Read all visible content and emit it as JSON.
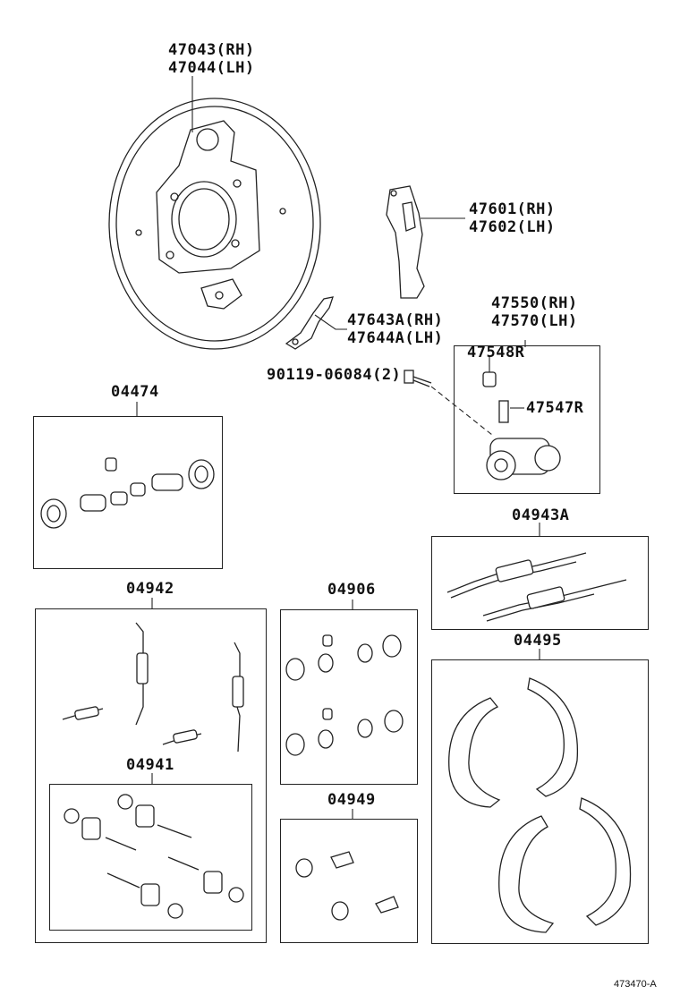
{
  "labels": {
    "backing_plate_rh": "47043(RH)",
    "backing_plate_lh": "47044(LH)",
    "lever_rh": "47601(RH)",
    "lever_lh": "47602(LH)",
    "cylinder_rh": "47550(RH)",
    "cylinder_lh": "47570(LH)",
    "link_rh": "47643A(RH)",
    "link_lh": "47644A(LH)",
    "bleeder_cap": "47548R",
    "bleeder_plug": "47547R",
    "bolt": "90119-06084(2)",
    "kit_04474": "04474",
    "kit_04943a": "04943A",
    "kit_04942": "04942",
    "kit_04906": "04906",
    "kit_04495": "04495",
    "kit_04941": "04941",
    "kit_04949": "04949"
  },
  "footer": {
    "ref": "473470-A"
  }
}
